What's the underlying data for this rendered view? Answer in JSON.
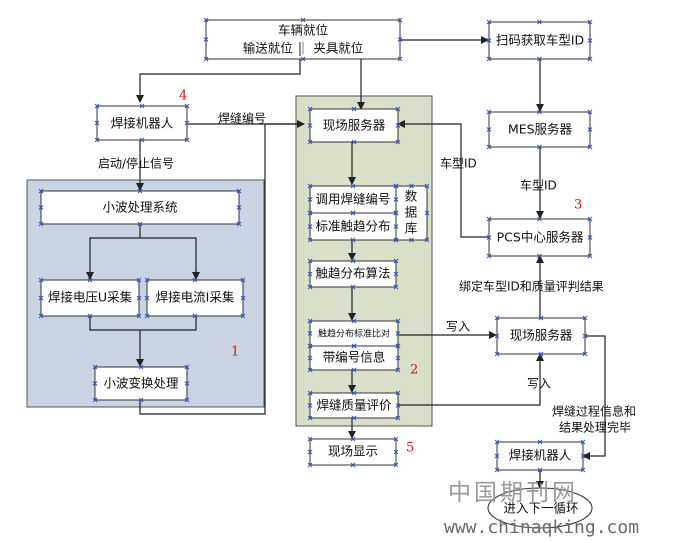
{
  "nodes": {
    "vehicle_ready_title": "车辆就位",
    "vehicle_ready_sub": "输送就位 ｜ 夹具就位",
    "scan_id": "扫码获取车型ID",
    "mes_server": "MES服务器",
    "pcs_center": "PCS中心服务器",
    "weld_robot_top": "焊接机器人",
    "field_server_main": "现场服务器",
    "call_weld_no": "调用焊缝编号",
    "std_trend": "标准触趋分布",
    "database": [
      "数",
      "据",
      "库"
    ],
    "trend_algo": "触趋分布算法",
    "trend_compare": "触趋分布标准比对",
    "with_no_info": "带编号信息",
    "weld_quality": "焊缝质量评价",
    "field_display": "现场显示",
    "wavelet_system": "小波处理系统",
    "voltage_u": "焊接电压U采集",
    "current_i": "焊接电流I采集",
    "wavelet_transform": "小波变换处理",
    "field_server_right": "现场服务器",
    "weld_robot_bottom": "焊接机器人",
    "next_cycle": "进入下一循环"
  },
  "edge_labels": {
    "weld_number": "焊缝编号",
    "start_stop": "启动/停止信号",
    "car_type_left": "车型ID",
    "car_type_right": "车型ID",
    "bind_result": "绑定车型ID和质量评判结果",
    "write_in_1": "写入",
    "write_in_2": "写入",
    "weld_process_1": "焊缝过程信息和",
    "weld_process_2": "结果处理完毕"
  },
  "region_numbers": {
    "n1": "1",
    "n2": "2",
    "n3": "3",
    "n4": "4",
    "n5": "5"
  },
  "watermark": {
    "cn": "中国期刊网",
    "url": "www.chinaqking.com"
  },
  "colors": {
    "region_blue": "#c9d3e2",
    "region_green": "#d9dfc8",
    "region_number": "#e01010",
    "handle": "#3355cc",
    "line": "#222222"
  }
}
